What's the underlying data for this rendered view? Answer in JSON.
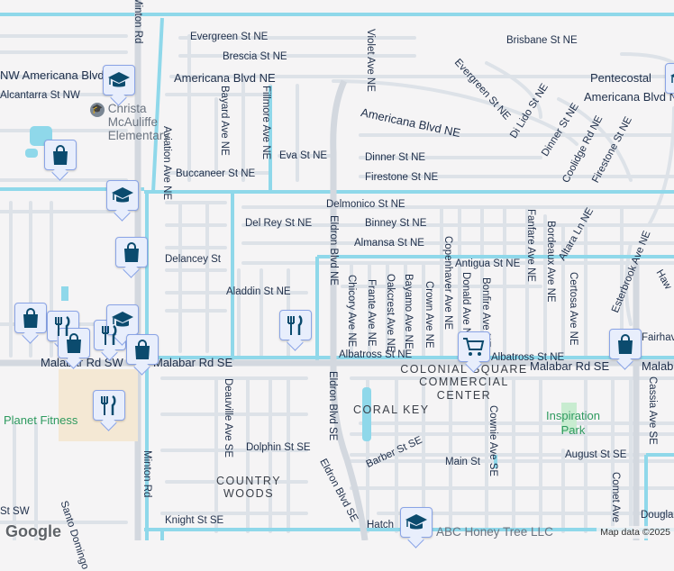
{
  "map": {
    "colors": {
      "background": "#f5f4f5",
      "canal": "#8fd8ea",
      "major_road": "#d3d8df",
      "minor_road": "#dde2e8",
      "marker_icon": "#0b4b6e",
      "marker_bg": "#e8eefc",
      "park": "#c8ecd0"
    },
    "streets": [
      "Minton Rd",
      "Evergreen St NE",
      "Brisbane St NE",
      "Brescia St NE",
      "Violet Ave NE",
      "Evergreen St NE",
      "Americana Blvd NE",
      "NW Americana Blvd",
      "Alcantarra St NW",
      "Americana Blvd NE",
      "Pentecostal",
      "Bayard Ave NE",
      "Fillmore Ave NE",
      "Aviation Ave NE",
      "Eva St NE",
      "Dinner St NE",
      "Di Lido St NE",
      "Dinner St NE",
      "Coolidge Rd NE",
      "Firestone St NE",
      "Firestone St NE",
      "Buccaneer St NE",
      "Delmonico St NE",
      "Eldron Blvd NE",
      "Del Rey St NE",
      "Binney St NE",
      "Almansa St NE",
      "Delancey St",
      "Antigua St NE",
      "Fanfare Ave NE",
      "Bordeaux Ave NE",
      "Altara Ln NE",
      "Esterbrook Ave NE",
      "Haw",
      "Aladdin St NE",
      "Copenhaver Ave NE",
      "Chicory Ave NE",
      "Frante Ave NE",
      "Oakcrest Ave NE",
      "Bayamo Ave NE",
      "Crown Ave NE",
      "Donald Ave NE",
      "Bonfire Ave NE",
      "Certosa Ave NE",
      "Fairhav",
      "Albatross St NE",
      "Albatross St NE",
      "Malabar Rd SW",
      "Malabar Rd SE",
      "Malabar Rd SE",
      "Malabar",
      "Deauville Ave SE",
      "Eldron Blvd SE",
      "Cownie Ave SE",
      "Cassia Ave SE",
      "Dolphin St SE",
      "Barber St SE",
      "Main St",
      "August St SE",
      "Eldron Blvd SE",
      "Comet Ave",
      "Douglas",
      "Santo Domingo",
      "Knight St SE",
      "St SW",
      "Hatch",
      "Minton Rd"
    ],
    "places": {
      "school": "Christa McAuliffe Elementary",
      "shopping_center": "COLONIAL SQUARE COMMERCIAL CENTER",
      "neighborhood1": "CORAL KEY",
      "neighborhood2": "COUNTRY WOODS",
      "park": "Inspiration Park",
      "gym": "Planet Fitness",
      "business": "ABC Honey Tree LLC"
    },
    "markers": [
      "school-icon",
      "shopping-bag-icon",
      "school-icon",
      "shopping-bag-icon",
      "shopping-bag-icon",
      "restaurant-icon",
      "shopping-bag-icon",
      "restaurant-icon",
      "school-icon",
      "shopping-bag-icon",
      "restaurant-icon",
      "restaurant-icon",
      "shopping-cart-icon",
      "shopping-bag-icon",
      "school-icon",
      "school-icon"
    ],
    "logo": "Google",
    "attribution": "Map data ©2025"
  }
}
